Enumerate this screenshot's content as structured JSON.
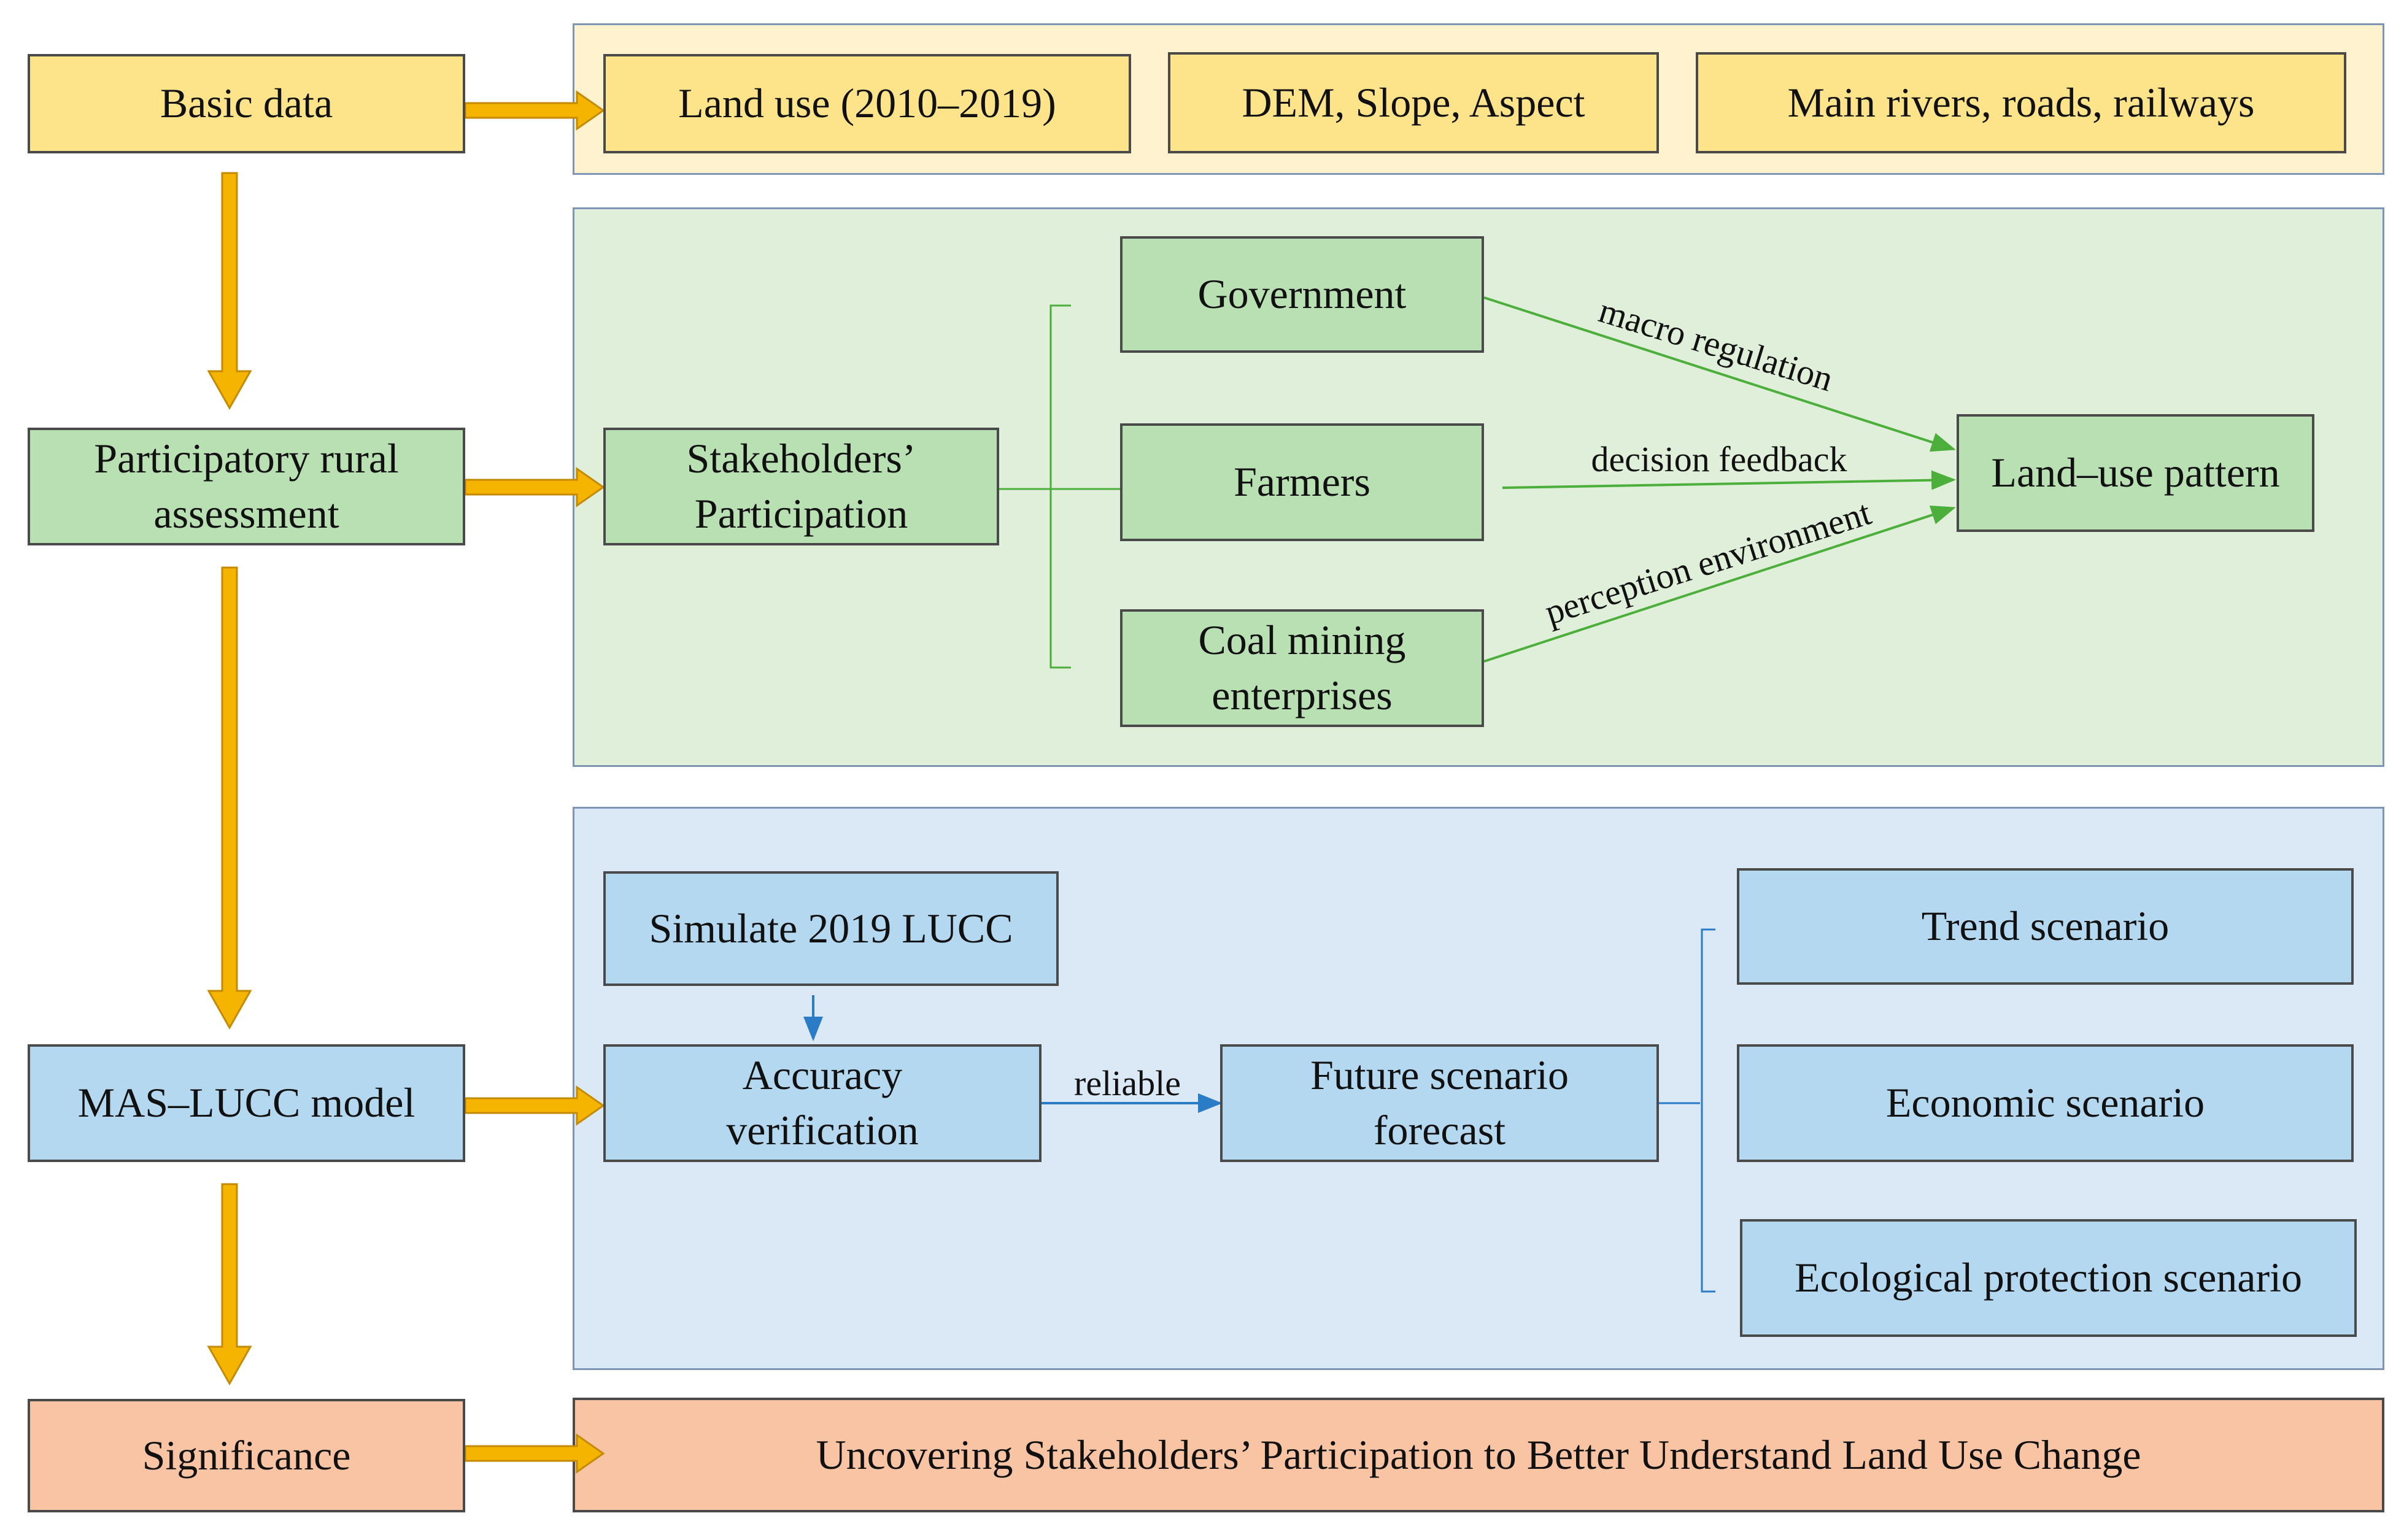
{
  "colors": {
    "yellow_box": "#fde38a",
    "yellow_panel": "#fff2cf",
    "green_box": "#b9e0b3",
    "green_panel": "#e0efd9",
    "blue_box": "#b5d8f1",
    "blue_panel": "#dae9f5",
    "salmon_box": "#f8c4a4",
    "flow_arrow": "#f5b400",
    "green_link": "#4caf3c",
    "blue_link": "#2b7cc7"
  },
  "stages": {
    "basic_data": "Basic data",
    "participatory": "Participatory rural\nassessment",
    "mas_lucc": "MAS–LUCC model",
    "significance": "Significance"
  },
  "data_inputs": {
    "land_use": "Land use (2010–2019)",
    "dem": "DEM, Slope, Aspect",
    "rivers": "Main rivers, roads, railways"
  },
  "participation": {
    "stakeholders": "Stakeholders’\nParticipation",
    "government": "Government",
    "farmers": "Farmers",
    "coal": "Coal mining\nenterprises",
    "land_pattern": "Land–use pattern",
    "macro": "macro regulation",
    "decision": "decision feedback",
    "perception": "perception environment"
  },
  "model": {
    "simulate": "Simulate 2019 LUCC",
    "accuracy": "Accuracy\nverification",
    "reliable": "reliable",
    "future": "Future scenario\nforecast",
    "trend": "Trend scenario",
    "economic": "Economic scenario",
    "ecological": "Ecological protection scenario"
  },
  "significance": {
    "statement": "Uncovering Stakeholders’ Participation to Better Understand Land Use Change"
  }
}
